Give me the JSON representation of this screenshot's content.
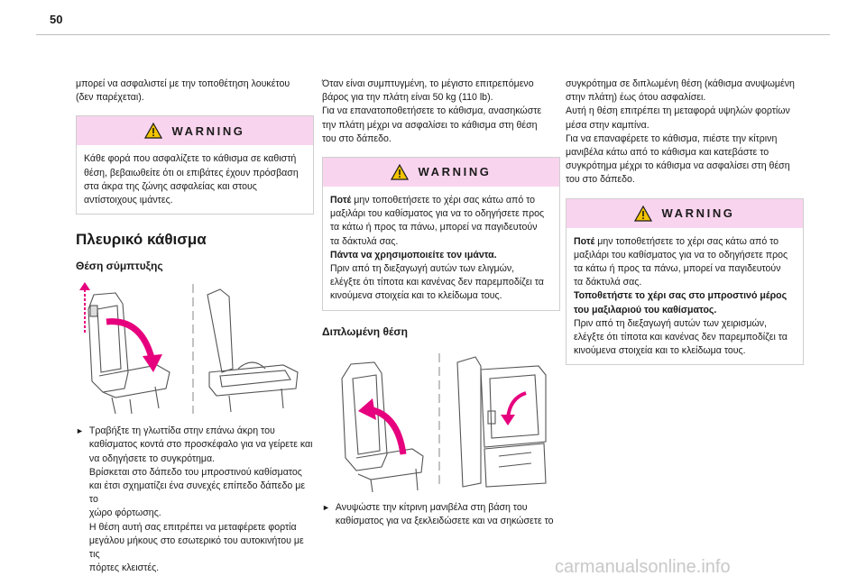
{
  "page": {
    "number": "50",
    "watermark": "carmanualsonline.info"
  },
  "col1": {
    "intro": "μπορεί να ασφαλιστεί με την τοποθέτηση λουκέτου\n(δεν παρέχεται).",
    "warning1": {
      "title": "WARNING",
      "body": "Κάθε φορά που ασφαλίζετε το κάθισμα σε καθιστή\nθέση, βεβαιωθείτε ότι οι επιβάτες έχουν πρόσβαση\nστα άκρα της ζώνης ασφαλείας και στους\nαντίστοιχους ιμάντες."
    },
    "section_title": "Πλευρικό κάθισμα",
    "sub_title": "Θέση σύμπτυξης",
    "step_text": "Τραβήξτε τη γλωττίδα στην επάνω άκρη του\nκαθίσματος κοντά στο προσκέφαλο για να γείρετε και\nνα οδηγήσετε το συγκρότημα.\nΒρίσκεται στο δάπεδο του μπροστινού καθίσματος\nκαι έτσι σχηματίζει ένα συνεχές επίπεδο δάπεδο με το\nχώρο φόρτωσης.\nΗ θέση αυτή σας επιτρέπει να μεταφέρετε φορτία\nμεγάλου μήκους στο εσωτερικό του αυτοκινήτου με τις\nπόρτες κλειστές."
  },
  "col2": {
    "intro": "Όταν είναι συμπτυγμένη, το μέγιστο επιτρεπόμενο\nβάρος για την πλάτη είναι 50 kg (110 lb).\nΓια να επανατοποθετήσετε το κάθισμα, ανασηκώστε\nτην πλάτη μέχρι να ασφαλίσει το κάθισμα στη θέση\nτου στο δάπεδο.",
    "warning2": {
      "title": "WARNING",
      "lead": "Ποτέ",
      "text1": " μην τοποθετήσετε το χέρι σας κάτω από το\nμαξιλάρι του καθίσματος για να το οδηγήσετε προς\nτα κάτω ή προς τα πάνω, μπορεί να παγιδευτούν\nτα δάκτυλά σας.",
      "bold2": "Πάντα να χρησιμοποιείτε τον ιμάντα.",
      "text2": "Πριν από τη διεξαγωγή αυτών των ελιγμών,\nελέγξτε ότι τίποτα και κανένας δεν παρεμποδίζει τα\nκινούμενα στοιχεία και το κλείδωμα τους."
    },
    "sub_title": "Διπλωμένη θέση",
    "step_text": "Ανυψώστε την κίτρινη μανιβέλα στη βάση του\nκαθίσματος για να ξεκλειδώσετε και να σηκώσετε το"
  },
  "col3": {
    "intro": "συγκρότημα σε διπλωμένη θέση (κάθισμα ανυψωμένη\nστην πλάτη) έως ότου ασφαλίσει.\nΑυτή η θέση επιτρέπει τη μεταφορά υψηλών φορτίων\nμέσα στην καμπίνα.\nΓια να επαναφέρετε το κάθισμα, πιέστε την κίτρινη\nμανιβέλα κάτω από το κάθισμα και κατεβάστε το\nσυγκρότημα μέχρι το κάθισμα να ασφαλίσει στη θέση\nτου στο δάπεδο.",
    "warning3": {
      "title": "WARNING",
      "lead": "Ποτέ",
      "text1": " μην τοποθετήσετε το χέρι σας κάτω από το\nμαξιλάρι του καθίσματος για να το οδηγήσετε προς\nτα κάτω ή προς τα πάνω, μπορεί να παγιδευτούν\nτα δάκτυλά σας.",
      "bold2": "Τοποθετήστε το χέρι σας στο μπροστινό μέρος\nτου μαξιλαριού του καθίσματος.",
      "text2": "Πριν από τη διεξαγωγή αυτών των χειρισμών,\nελέγξτε ότι τίποτα και κανένας δεν παρεμποδίζει τα\nκινούμενα στοιχεία και το κλείδωμα τους."
    }
  },
  "colors": {
    "warning_header": "#f9d4ee",
    "arrow_pink": "#e6007e"
  },
  "icons": {
    "warning": "warning-triangle-icon",
    "bullet": "triangle-right-icon"
  }
}
